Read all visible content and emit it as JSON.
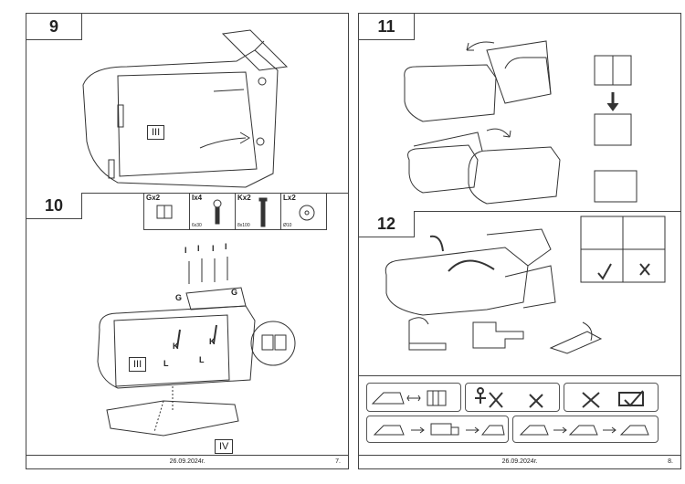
{
  "left_page": {
    "footer_date": "26.09.2024г.",
    "page_number": "7.",
    "steps": [
      {
        "number": "9",
        "label_III": "III"
      },
      {
        "number": "10",
        "label_III": "III",
        "label_IV": "IV"
      }
    ],
    "parts": [
      {
        "label": "Gx2",
        "size": ""
      },
      {
        "label": "Ix4",
        "size": "6x30"
      },
      {
        "label": "Kx2",
        "size": "8x100"
      },
      {
        "label": "Lx2",
        "size": "Ø10"
      }
    ],
    "callouts": {
      "I": "I",
      "G": "G",
      "K": "K",
      "L": "L"
    }
  },
  "right_page": {
    "footer_date": "26.09.2024г.",
    "page_number": "8.",
    "steps": [
      {
        "number": "11"
      },
      {
        "number": "12"
      }
    ]
  },
  "icons": [
    "arrow-curved-icon",
    "check-icon",
    "cross-icon",
    "truck-icon",
    "radiator-icon"
  ]
}
